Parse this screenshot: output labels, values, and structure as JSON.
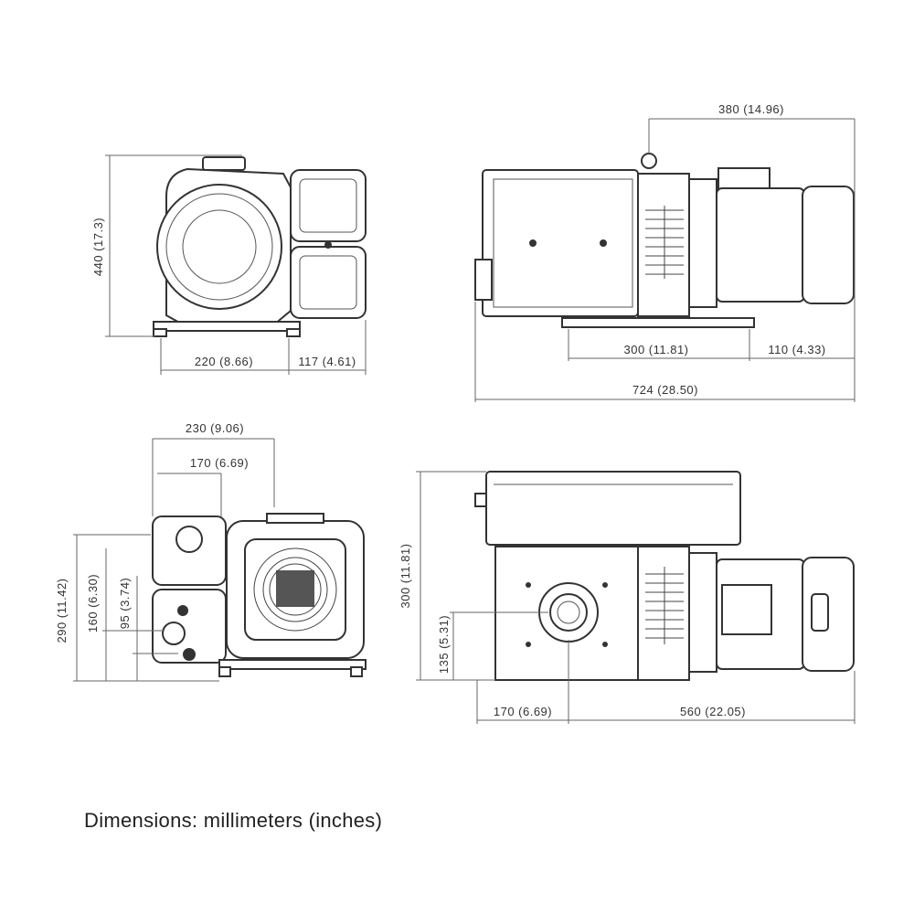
{
  "caption": "Dimensions: millimeters (inches)",
  "dimensions": {
    "view1_height": "440 (17.3)",
    "view1_width_left": "220 (8.66)",
    "view1_width_right": "117 (4.61)",
    "view2_top_length": "380 (14.96)",
    "view2_foot_spacing": "300 (11.81)",
    "view2_motor_overhang": "110 (4.33)",
    "view2_overall_length": "724 (28.50)",
    "view3_width_outer": "230 (9.06)",
    "view3_width_inner": "170 (6.69)",
    "view3_height_total": "290 (11.42)",
    "view3_height_mid": "160 (6.30)",
    "view3_height_low": "95 (3.74)",
    "view4_height_total": "300 (11.81)",
    "view4_height_port": "135 (5.31)",
    "view4_offset_left": "170 (6.69)",
    "view4_offset_right": "560 (22.05)"
  }
}
